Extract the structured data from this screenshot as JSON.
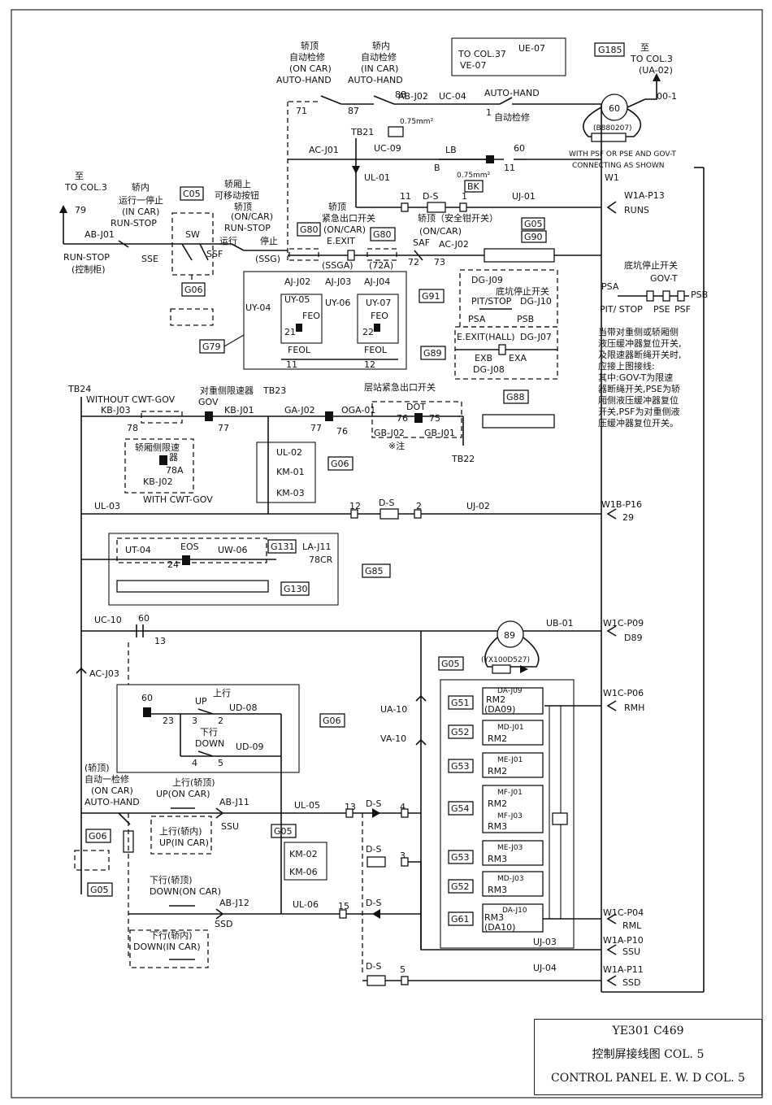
{
  "labels": {
    "to_col37": "TO COL.37",
    "ue07": "UE-07",
    "ve07": "VE-07",
    "g185": "G185",
    "zhi1": "至",
    "to_col3_right": "TO COL.3",
    "ua02": "(UA-02)",
    "oo1": "00-1",
    "oncar_auto_cn": "轿顶",
    "oncar_auto_cn2": "自动检修",
    "oncar_auto_en": "(ON CAR)",
    "oncar_auto_hand": "AUTO-HAND",
    "incar_auto_cn": "轿内",
    "incar_auto_cn2": "自动检修",
    "incar_auto_en": "(IN CAR)",
    "incar_auto_hand": "AUTO-HAND",
    "n71": "71",
    "n87": "87",
    "n88": "88",
    "abj02": "AB-J02",
    "uc04": "UC-04",
    "auto_hand_top": "AUTO-HAND",
    "zidong_jianxiu": "自动检修",
    "one": "1",
    "mm075": "0.75mm²",
    "tb21": "TB21",
    "acj01": "AC-J01",
    "uc09": "UC-09",
    "lb": "LB",
    "b": "B",
    "mm075b": "0.75mm²",
    "bk": "BK",
    "n11a": "11",
    "n60a": "60",
    "motor60": "60",
    "b880207": "(B880207)",
    "with_psf": "WITH PSF OR PSE AND GOV-T",
    "connecting": "CONNECTING AS SHOWN",
    "w1": "W1",
    "ul01": "UL-01",
    "n11b": "11",
    "ds1": "D-S",
    "n1b": "1",
    "uj01": "UJ-01",
    "w1a_p13": "W1A-P13",
    "runs": "RUNS",
    "zhi2": "至",
    "to_col3_left": "TO COL.3",
    "n79": "79",
    "incar_runstop_cn": "轿内",
    "incar_runstop_cn2": "运行一停止",
    "incar_en": "(IN CAR)",
    "run_stop_a": "RUN-STOP",
    "c05": "C05",
    "movable_cn": "轿厢上",
    "movable_cn2": "可移动按钮",
    "oncar_cn": "轿顶",
    "oncar_en": "(ON/CAR)",
    "yunxing": "运行",
    "tingzhi": "停止",
    "run_stop_b": "RUN-STOP",
    "abj01": "AB-J01",
    "run_stop_c": "RUN-STOP",
    "kongzhigui": "(控制柜)",
    "sse": "SSE",
    "sw": "SW",
    "ssf": "SSF",
    "ssg": "(SSG)",
    "g06a": "G06",
    "g80a": "G80",
    "emerg_exit_cn": "轿顶",
    "emerg_exit_cn2": "紧急出口开关",
    "emerg_on_car": "(ON/CAR)",
    "e_exit": "E.EXIT",
    "ssga": "(SSGA)",
    "g80b": "G80",
    "n72a": "(72A)",
    "n72": "72",
    "n73": "73",
    "safety_cn": "轿顶（安全钳开关）",
    "safety_on_car": "(ON/CAR)",
    "saf": "SAF",
    "acj02": "AC-J02",
    "g05a": "G05",
    "g90": "G90",
    "ajj02": "AJ-J02",
    "ajj03": "AJ-J03",
    "ajj04": "AJ-J04",
    "uy04": "UY-04",
    "uy05": "UY-05",
    "uy06": "UY-06",
    "uy07": "UY-07",
    "feo1": "FEO",
    "feo2": "FEO",
    "n21": "21",
    "n22": "22",
    "feol1": "FEOL",
    "feol2": "FEOL",
    "n11c": "11",
    "n12": "12",
    "g79": "G79",
    "g91": "G91",
    "dgj09": "DG-J09",
    "pit_stop_cn": "底坑停止开关",
    "pit_stop": "PIT/STOP",
    "dgj10": "DG-J10",
    "psa": "PSA",
    "psb": "PSB",
    "g89": "G89",
    "e_exit_hall": "E.EXIT(HALL)",
    "dgj07": "DG-J07",
    "exb": "EXB",
    "exa": "EXA",
    "dgj08": "DG-J08",
    "landing_exit_cn": "层站紧急出口开关",
    "pit_switch_cn": "底坑停止开关",
    "gov_t": "GOV-T",
    "psa2": "PSA",
    "psb2": "PSB",
    "pit_stop2": "PIT/ STOP",
    "pse": "PSE",
    "psf": "PSF",
    "note1": "当带对重侧或轿厢侧",
    "note2": "液压缓冲器复位开关,",
    "note3": "及限速器断绳开关时,",
    "note4": "应接上图接线:",
    "note5": "其中:GOV-T为限速",
    "note6": "器断绳开关,PSE为轿",
    "note7": "厢侧液压缓冲器复位",
    "note8": "开关,PSF为对重侧液",
    "note9": "压缓冲器复位开关。",
    "tb24": "TB24",
    "without_cwt": "WITHOUT CWT-GOV",
    "cwt_limit_cn": "对重侧限速器",
    "gov": "GOV",
    "kbj03": "KB-J03",
    "kbj01": "KB-J01",
    "n78": "78",
    "n77": "77",
    "tb23": "TB23",
    "gaj02": "GA-J02",
    "oga01": "OGA-01",
    "n77b": "77",
    "n76": "76",
    "dot": "DOT",
    "n76b": "76",
    "n75": "75",
    "gbj02": "GB-J02",
    "gbj01": "GB-J01",
    "g88": "G88",
    "tb22": "TB22",
    "zhu": "※注",
    "car_limit_cn": "轿厢侧限速",
    "car_limit_cn2": "器",
    "n78a": "78A",
    "kbj02": "KB-J02",
    "with_cwt": "WITH CWT-GOV",
    "ul02": "UL-02",
    "km01": "KM-01",
    "km03": "KM-03",
    "g06b": "G06",
    "ul03": "UL-03",
    "n12b": "12",
    "ds2": "D-S",
    "n2": "2",
    "uj02": "UJ-02",
    "w1b_p16": "W1B-P16",
    "n29": "29",
    "ut04": "UT-04",
    "eos": "EOS",
    "uw06": "UW-06",
    "g131": "G131",
    "laj11": "LA-J11",
    "cr78": "78CR",
    "n24": "24",
    "g85": "G85",
    "g130": "G130",
    "uc10": "UC-10",
    "n60b": "60",
    "n13": "13",
    "motor89": "89",
    "ub01": "UB-01",
    "w1c_p09": "W1C-P09",
    "d89": "D89",
    "yx100": "(YX100D527)",
    "acj03": "AC-J03",
    "n60c": "60",
    "n23": "23",
    "up_cn": "上行",
    "up": "UP",
    "ud08": "UD-08",
    "n3": "3",
    "n2b": "2",
    "down_cn": "下行",
    "down": "DOWN",
    "ud09": "UD-09",
    "n4": "4",
    "n5": "5",
    "g06c": "G06",
    "g05b": "G05",
    "ua10": "UA-10",
    "va10": "VA-10",
    "w1c_p06": "W1C-P06",
    "rmh": "RMH",
    "g51a": "G51",
    "daj09": "DA-J09",
    "rm2a": "RM2",
    "da09": "(DA09)",
    "g52a": "G52",
    "mdj01": "MD-J01",
    "rm2b": "RM2",
    "g53a": "G53",
    "mej01": "ME-J01",
    "rm2c": "RM2",
    "g54": "G54",
    "mfj01": "MF-J01",
    "rm2d": "RM2",
    "mfj03": "MF-J03",
    "rm3a": "RM3",
    "g53b": "G53",
    "mej03": "ME-J03",
    "rm3b": "RM3",
    "g52b": "G52",
    "mdj03": "MD-J03",
    "rm3c": "RM3",
    "g61": "G61",
    "daj10": "DA-J10",
    "rm3d": "RM3",
    "da10": "(DA10)",
    "w1c_p04": "W1C-P04",
    "rml": "RML",
    "jiaoding": "(轿顶)",
    "auto_check_cn": "自动一检修",
    "auto_on_car": "(ON CAR)",
    "auto_hand_b": "AUTO-HAND",
    "up_oncar_cn": "上行(轿顶)",
    "up_oncar": "UP(ON CAR)",
    "abj11": "AB-J11",
    "ssu": "SSU",
    "up_incar_cn": "上行(轿内)",
    "up_incar": "UP(IN CAR)",
    "g06d": "G06",
    "g05c": "G05",
    "g05d": "G05",
    "km02": "KM-02",
    "km06": "KM-06",
    "ul05": "UL-05",
    "n13b": "13",
    "ds3": "D-S",
    "n4b": "4",
    "ds4": "D-S",
    "n3b": "3",
    "down_oncar_cn": "下行(轿顶)",
    "down_oncar": "DOWN(ON CAR)",
    "abj12": "AB-J12",
    "ssd": "SSD",
    "ul06": "UL-06",
    "n15": "15",
    "ds5": "D-S",
    "down_incar_cn": "下行(轿内)",
    "down_incar": "DOWN(IN CAR)",
    "uj03": "UJ-03",
    "w1a_p10": "W1A-P10",
    "ssu2": "SSU",
    "ds6": "D-S",
    "n5b": "5",
    "uj04": "UJ-04",
    "w1a_p11": "W1A-P11",
    "ssd2": "SSD"
  },
  "title_block": {
    "line1": "YE301 C469",
    "line2": "控制屏接线图 COL. 5",
    "line3": "CONTROL PANEL E. W. D COL. 5"
  }
}
